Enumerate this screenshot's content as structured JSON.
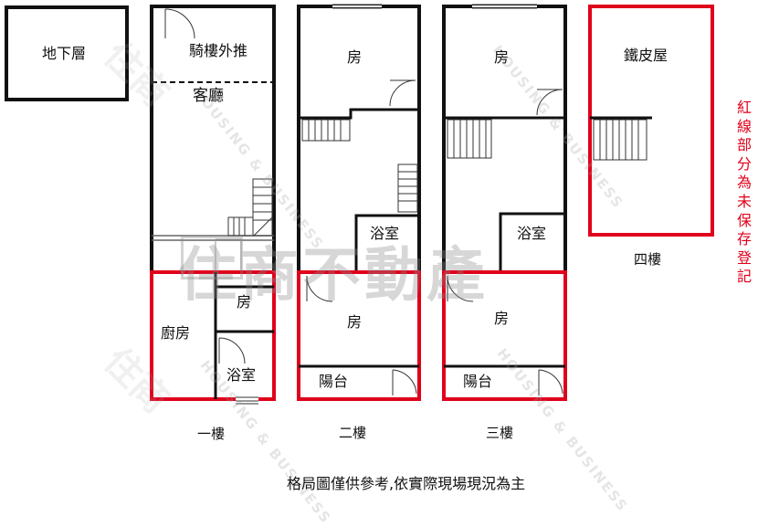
{
  "rooms": {
    "basement": "地下層",
    "arcade": "騎樓外推",
    "living_room": "客廳",
    "kitchen": "廚房",
    "f1_room": "房",
    "f1_bath": "浴室",
    "f2_room_back": "房",
    "f2_bath": "浴室",
    "f2_room_front": "房",
    "f2_balcony": "陽台",
    "f3_room_back": "房",
    "f3_bath": "浴室",
    "f3_room_front": "房",
    "f3_balcony": "陽台",
    "iron_house": "鐵皮屋"
  },
  "floors": {
    "f1": "一樓",
    "f2": "二樓",
    "f3": "三樓",
    "f4": "四樓"
  },
  "legend_note": "紅線部分為未保存登記",
  "footer_note": "格局圖僅供參考,依實際現場現況為主",
  "watermark": {
    "brand": "住商不動產",
    "logo_line1": "住商",
    "logo_line2": "不動產",
    "english": "HOUSING & BUSINESS"
  },
  "colors": {
    "wall": "#111111",
    "unregistered": "#e0001b"
  }
}
